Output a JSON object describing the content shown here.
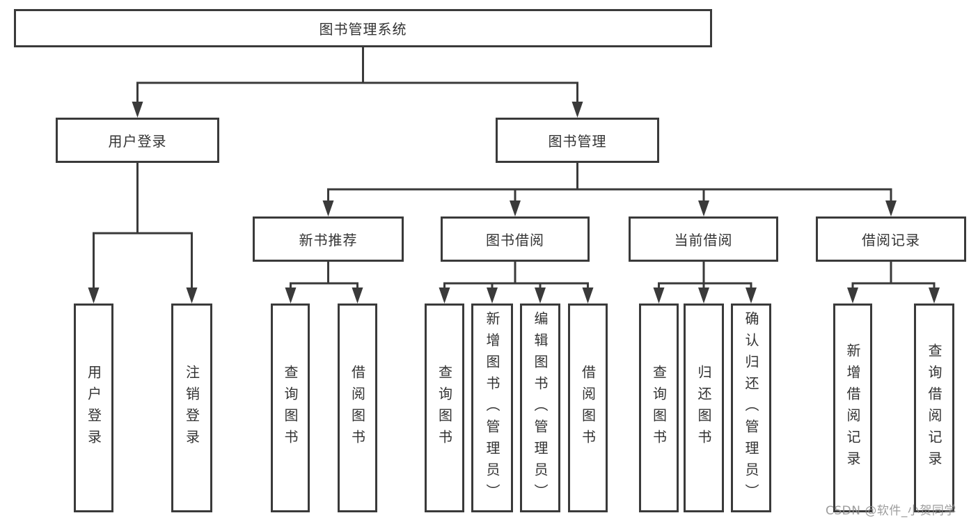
{
  "root": {
    "label": "图书管理系统"
  },
  "branches": [
    {
      "label": "用户登录",
      "children": [
        {
          "label": "用户登录"
        },
        {
          "label": "注销登录"
        }
      ]
    },
    {
      "label": "图书管理",
      "children": [
        {
          "label": "新书推荐",
          "children": [
            {
              "label": "查询图书"
            },
            {
              "label": "借阅图书"
            }
          ]
        },
        {
          "label": "图书借阅",
          "children": [
            {
              "label": "查询图书"
            },
            {
              "label": "新增图书（管理员）"
            },
            {
              "label": "编辑图书（管理员）"
            },
            {
              "label": "借阅图书"
            }
          ]
        },
        {
          "label": "当前借阅",
          "children": [
            {
              "label": "查询图书"
            },
            {
              "label": "归还图书"
            },
            {
              "label": "确认归还（管理员）"
            }
          ]
        },
        {
          "label": "借阅记录",
          "children": [
            {
              "label": "新增借阅记录"
            },
            {
              "label": "查询借阅记录"
            }
          ]
        }
      ]
    }
  ],
  "watermark": "CSDN @软件_小贺同学",
  "colors": {
    "line": "#3a3a3a",
    "box_border": "#3a3a3a",
    "box_fill": "#ffffff",
    "text": "#333333",
    "watermark": "#8c8c8c"
  }
}
